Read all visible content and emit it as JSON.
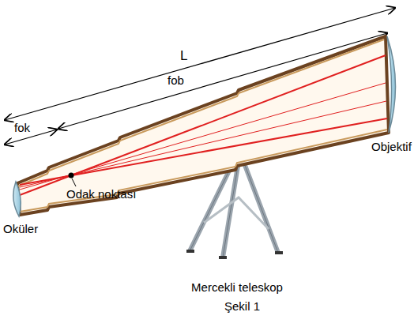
{
  "diagram": {
    "caption": "Mercekli teleskop",
    "labels": [
      "L",
      "fob",
      "fok",
      "Objektif",
      "Odak noktası",
      "Oküler",
      "Şekil 1"
    ]
  }
}
